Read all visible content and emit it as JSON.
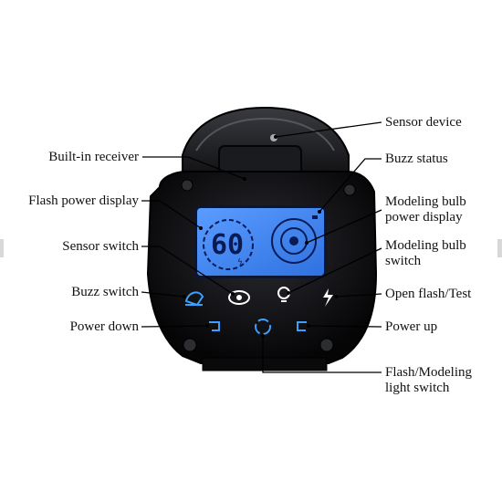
{
  "colors": {
    "body": "#0c0c0e",
    "bezel": "#1b1c20",
    "lcd": "#3f86f2",
    "lcd_text": "#0a1a55",
    "button_glow": "#3aa0ff",
    "leader": "#000000"
  },
  "display": {
    "power_value": "60",
    "dip_marks": "0 1 2"
  },
  "labels": {
    "sensor_device": "Sensor device",
    "built_in_receiver": "Built-in receiver",
    "buzz_status": "Buzz status",
    "flash_power_display": "Flash power display",
    "modeling_bulb_power_display": [
      "Modeling bulb",
      "power display"
    ],
    "sensor_switch": "Sensor switch",
    "modeling_bulb_switch": [
      "Modeling bulb",
      "switch"
    ],
    "buzz_switch": "Buzz switch",
    "open_flash_test": "Open flash/Test",
    "power_down": "Power down",
    "power_up": "Power up",
    "flash_modeling_light_switch": [
      "Flash/Modeling",
      "light switch"
    ]
  },
  "icons": {
    "buzz_switch": "bell-icon",
    "sensor_switch": "eye-icon",
    "modeling_bulb_switch": "bulb-icon",
    "open_flash_test": "lightning-icon",
    "power_down": "power-down-icon",
    "flash_modeling_switch": "cycle-icon",
    "power_up": "power-up-icon"
  }
}
